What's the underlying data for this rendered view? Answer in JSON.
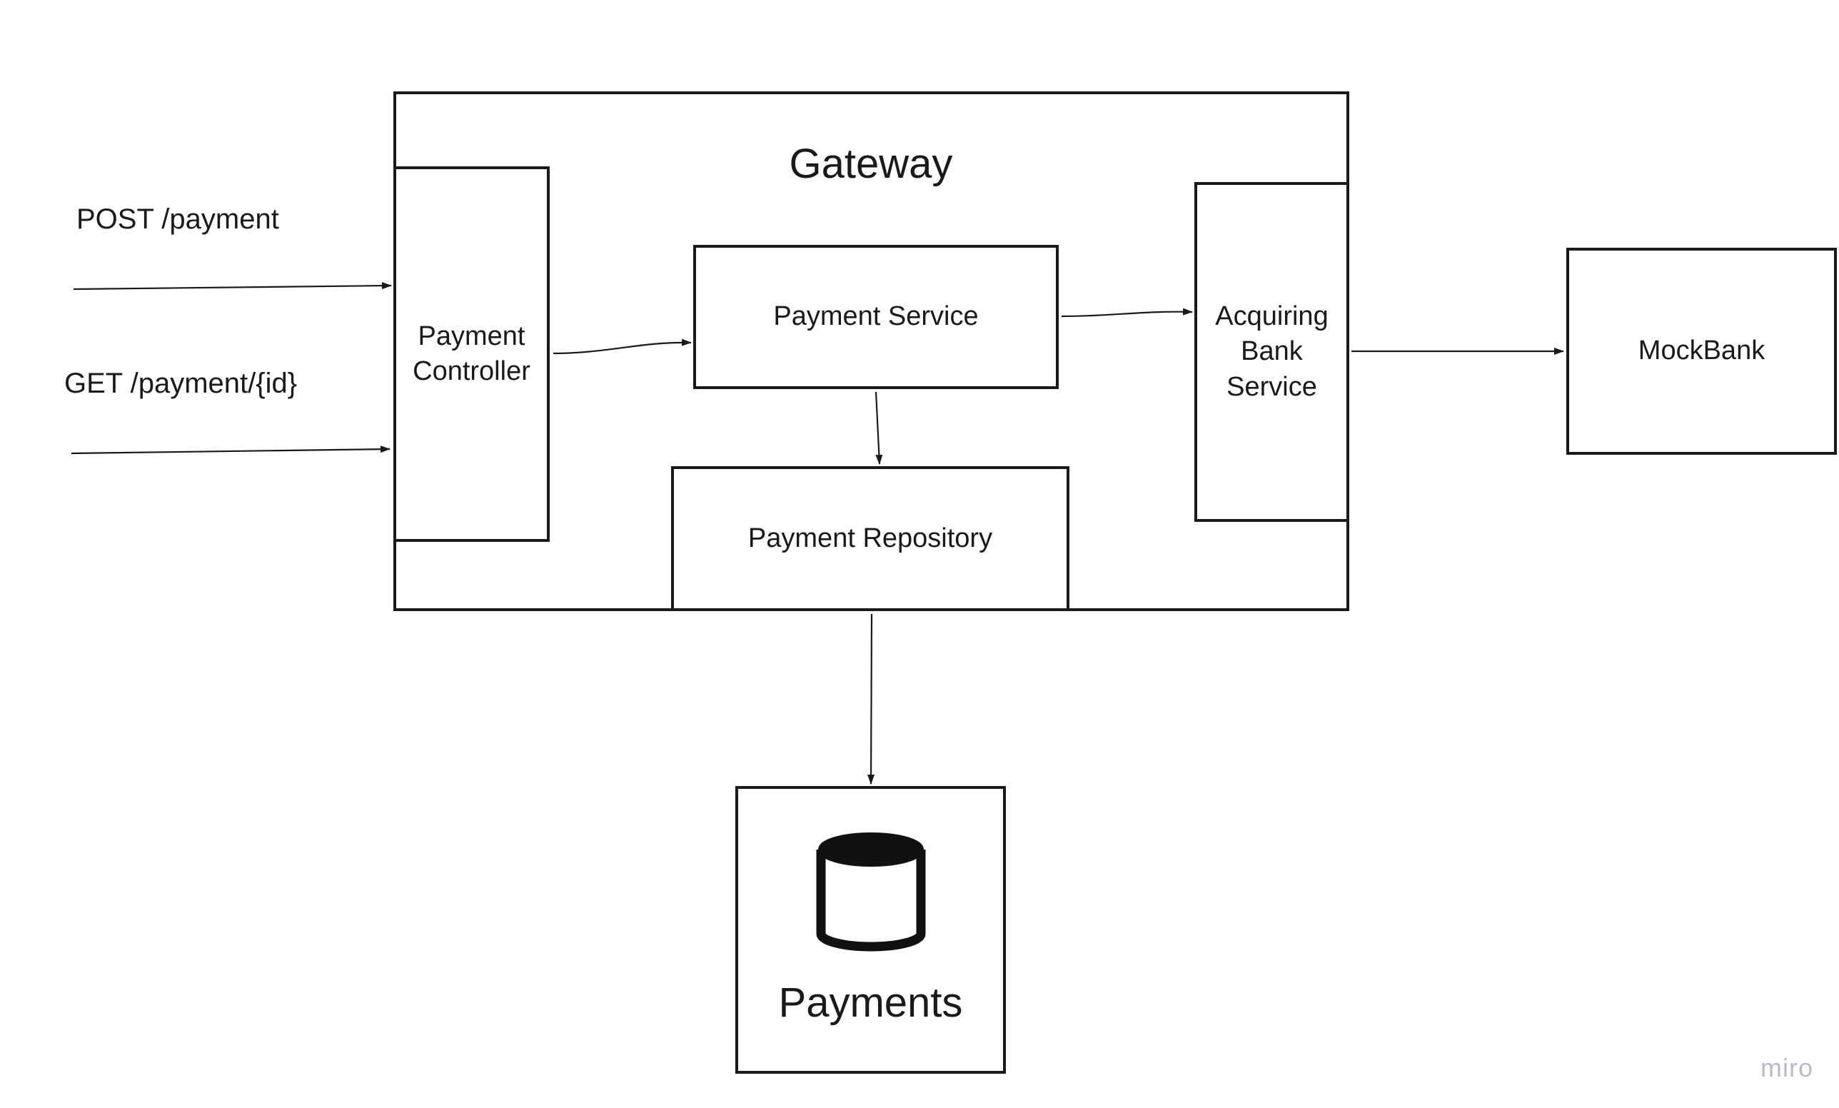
{
  "inputs": {
    "post": "POST /payment",
    "get": "GET /payment/{id}"
  },
  "gateway": {
    "title": "Gateway"
  },
  "components": {
    "controller": "Payment\nController",
    "service": "Payment Service",
    "repository": "Payment Repository",
    "acquiring": "Acquiring\nBank\nService"
  },
  "external": {
    "bank": "MockBank"
  },
  "database": {
    "label": "Payments",
    "icon": "database-icon"
  },
  "watermark": "miro"
}
